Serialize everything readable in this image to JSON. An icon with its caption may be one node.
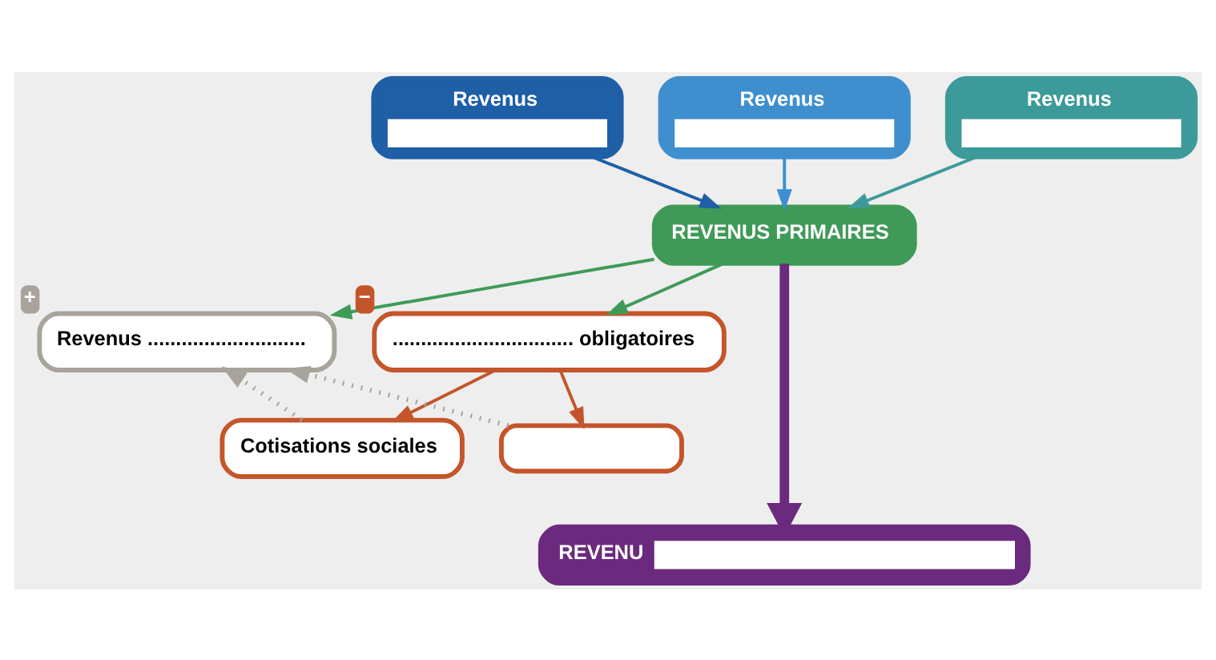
{
  "diagram": {
    "nodes": [
      {
        "text": [
          "Revenus"
        ]
      },
      {
        "text": [
          "Revenus"
        ]
      },
      {
        "text": [
          "Revenus"
        ]
      },
      {
        "text": [
          "REVENUS PRIMAIRES"
        ]
      },
      {
        "text": [
          "Revenus ............................"
        ],
        "beside": [
          "+"
        ]
      },
      {
        "text": [
          "................................ obligatoires"
        ],
        "beside": [
          "−"
        ]
      },
      {
        "text": [
          "Cotisations sociales"
        ]
      },
      {
        "text": [],
        "shape": "box"
      },
      {
        "text": [
          "REVENU"
        ]
      }
    ],
    "edges": [
      {
        "from": 0,
        "to": 3,
        "arrow": "to",
        "color": "#1f5fa6"
      },
      {
        "from": 1,
        "to": 3,
        "arrow": "to",
        "color": "#3f8fcf"
      },
      {
        "from": 2,
        "to": 3,
        "arrow": "to",
        "color": "#3d9a9a"
      },
      {
        "from": 3,
        "to": 4,
        "arrow": "to",
        "color": "#3f9a58"
      },
      {
        "from": 3,
        "to": 5,
        "arrow": "to",
        "color": "#3f9a58"
      },
      {
        "from": 5,
        "to": 6,
        "arrow": "to",
        "color": "#c4552a"
      },
      {
        "from": 5,
        "to": 7,
        "arrow": "to",
        "color": "#c4552a"
      },
      {
        "from": 3,
        "to": 8,
        "arrow": "to",
        "style": "thick",
        "color": "#6b2a7e"
      },
      {
        "from": 6,
        "to": 4,
        "arrow": "to",
        "style": "dashed",
        "color": "#a8a49c"
      },
      {
        "from": 7,
        "to": 4,
        "arrow": "to",
        "style": "dashed",
        "color": "#a8a49c"
      }
    ]
  }
}
